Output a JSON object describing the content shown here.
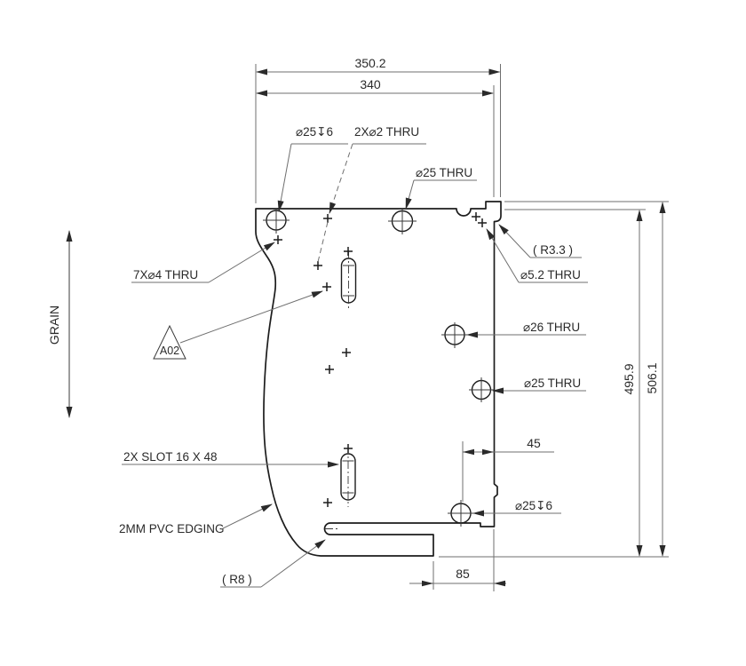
{
  "colors": {
    "ink": "#1c1c1c",
    "dim_line": "#6f6f6f",
    "background": "#ffffff"
  },
  "grain": {
    "label": "GRAIN"
  },
  "dimensions": {
    "top_outer": "350.2",
    "top_inner": "340",
    "side_outer": "506.1",
    "side_inner": "495.9",
    "hole_to_edge": "45",
    "cutout_width": "85"
  },
  "callouts": {
    "counterbore_top": "⌀25↧6",
    "pin_holes": "2X⌀2 THRU",
    "thru_hole_top": "⌀25 THRU",
    "corner_radius": "( R3.3 )",
    "screw_hole": "⌀5.2 THRU",
    "thru_hole_26": "⌀26 THRU",
    "thru_hole_25": "⌀25 THRU",
    "counterbore_bottom": "⌀25↧6",
    "dowel_holes": "7X⌀4 THRU",
    "datum_tag": "A02",
    "slots": "2X SLOT 16 X 48",
    "edging": "2MM PVC EDGING",
    "slot_end_radius": "( R8 )"
  }
}
